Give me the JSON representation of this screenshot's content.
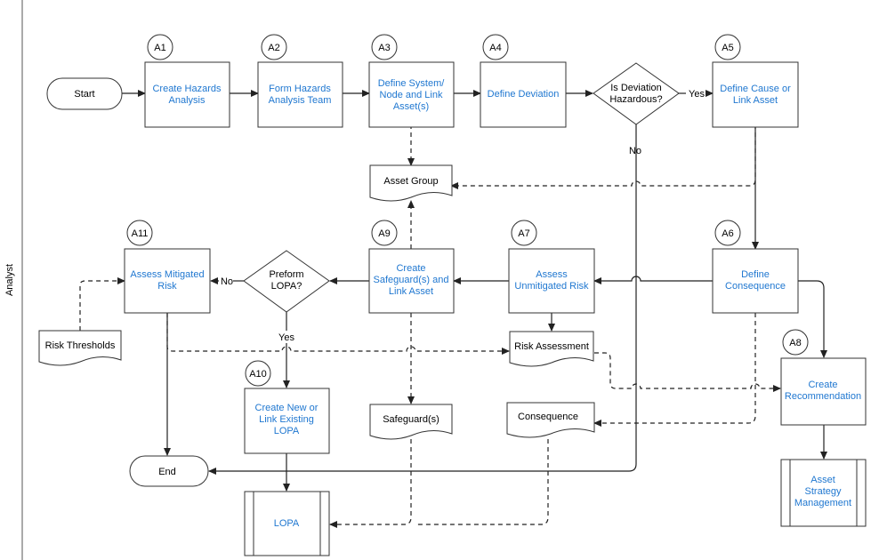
{
  "swimlane": {
    "label": "Analyst"
  },
  "start": {
    "label": "Start"
  },
  "end": {
    "label": "End"
  },
  "steps": {
    "a1": {
      "badge": "A1",
      "lines": [
        "Create Hazards",
        "Analysis"
      ]
    },
    "a2": {
      "badge": "A2",
      "lines": [
        "Form Hazards",
        "Analysis Team"
      ]
    },
    "a3": {
      "badge": "A3",
      "lines": [
        "Define System/",
        "Node and Link",
        "Asset(s)"
      ]
    },
    "a4": {
      "badge": "A4",
      "lines": [
        "Define Deviation"
      ]
    },
    "a5": {
      "badge": "A5",
      "lines": [
        "Define Cause or",
        "Link Asset"
      ]
    },
    "a6": {
      "badge": "A6",
      "lines": [
        "Define",
        "Consequence"
      ]
    },
    "a7": {
      "badge": "A7",
      "lines": [
        "Assess",
        "Unmitigated Risk"
      ]
    },
    "a8": {
      "badge": "A8",
      "lines": [
        "Create",
        "Recommendation"
      ]
    },
    "a9": {
      "badge": "A9",
      "lines": [
        "Create",
        "Safeguard(s) and",
        "Link Asset"
      ]
    },
    "a10": {
      "badge": "A10",
      "lines": [
        "Create New or",
        "Link Existing",
        "LOPA"
      ]
    },
    "a11": {
      "badge": "A11",
      "lines": [
        "Assess Mitigated",
        "Risk"
      ]
    }
  },
  "decisions": {
    "deviation": {
      "lines": [
        "Is Deviation",
        "Hazardous?"
      ],
      "yes": "Yes",
      "no": "No"
    },
    "lopa": {
      "lines": [
        "Preform",
        "LOPA?"
      ],
      "yes": "Yes",
      "no": "No"
    }
  },
  "documents": {
    "asset_group": "Asset Group",
    "risk_assessment": "Risk Assessment",
    "consequence": "Consequence",
    "safeguards": "Safeguard(s)",
    "risk_thresholds": "Risk Thresholds"
  },
  "subprocesses": {
    "lopa": {
      "lines": [
        "LOPA"
      ]
    },
    "asset_strategy": {
      "lines": [
        "Asset",
        "Strategy",
        "Management"
      ]
    }
  },
  "colors": {
    "link": "#1f77d0",
    "text": "#000000",
    "stroke": "#333333"
  }
}
